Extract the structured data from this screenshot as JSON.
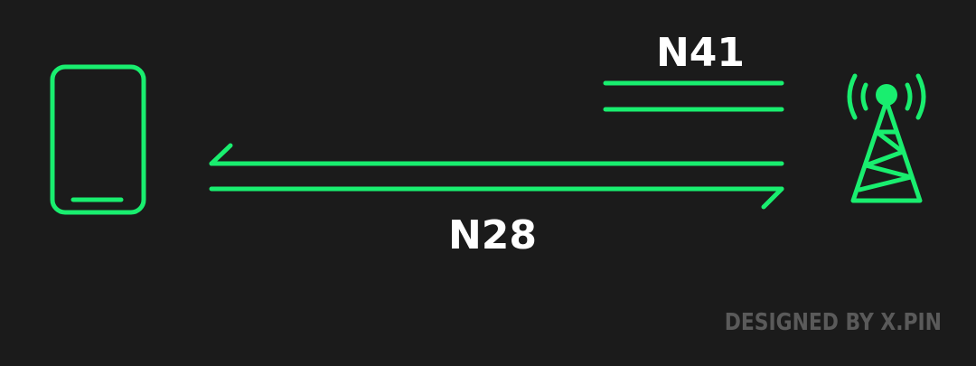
{
  "colors": {
    "background": "#1b1b1b",
    "accent": "#19ee6f",
    "label": "#ffffff",
    "credit": "#5a5a5a"
  },
  "device": {
    "icon": "smartphone-icon"
  },
  "base_station": {
    "icon": "cell-tower-icon"
  },
  "bands": [
    {
      "label": "N41",
      "direction": "downlink-only"
    },
    {
      "label": "N28",
      "direction": "bidirectional"
    }
  ],
  "credit": "DESIGNED BY X.PIN"
}
